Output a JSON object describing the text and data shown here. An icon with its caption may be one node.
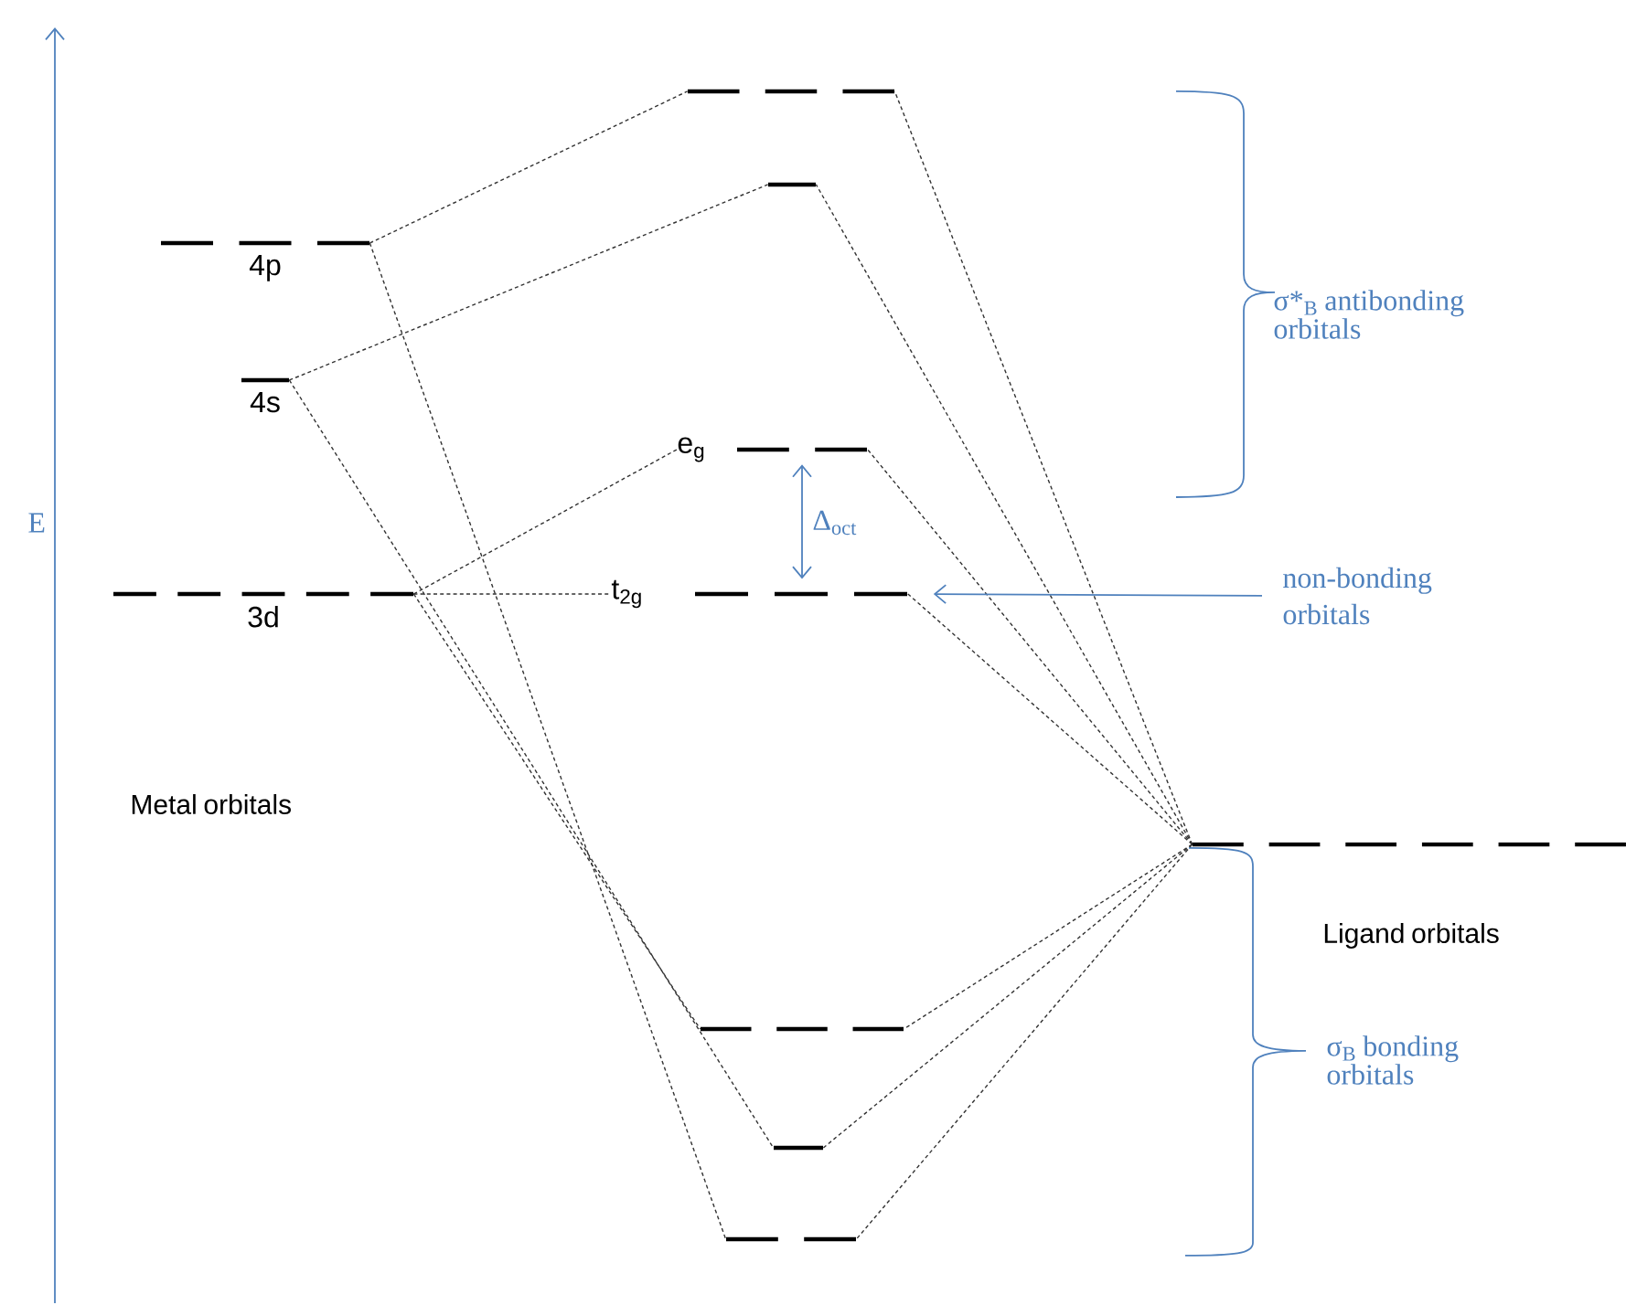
{
  "diagram": {
    "nodes": [
      {
        "text": [],
        "shape": "bar"
      },
      {
        "text": [
          "4p"
        ]
      },
      {
        "text": [],
        "shape": "bar"
      },
      {
        "text": [
          "4s"
        ]
      },
      {
        "text": [
          "e$_{g}$"
        ]
      },
      {
        "text": [
          "3d"
        ]
      },
      {
        "text": [
          "t$_{2g}$"
        ]
      },
      {
        "text": [
          "non-bonding orbitals"
        ]
      },
      {
        "text": [],
        "shape": "bar"
      },
      {
        "text": [],
        "shape": "bar"
      },
      {
        "text": [],
        "shape": "bar"
      },
      {
        "text": [],
        "shape": "bar"
      }
    ],
    "edges": [
      {
        "from": 1,
        "to": 0,
        "arrow": "none",
        "style": "dashed"
      },
      {
        "from": 3,
        "to": 2,
        "arrow": "none",
        "style": "dashed"
      },
      {
        "from": 5,
        "to": 4,
        "arrow": "none",
        "style": "dashed"
      },
      {
        "from": 5,
        "to": 6,
        "arrow": "none",
        "style": "dashed"
      },
      {
        "from": 1,
        "to": 11,
        "arrow": "none",
        "style": "dashed"
      },
      {
        "from": 3,
        "to": 10,
        "arrow": "none",
        "style": "dashed"
      },
      {
        "from": 5,
        "to": 9,
        "arrow": "none",
        "style": "dashed"
      },
      {
        "from": 8,
        "to": 0,
        "arrow": "none",
        "style": "dashed"
      },
      {
        "from": 8,
        "to": 2,
        "arrow": "none",
        "style": "dashed"
      },
      {
        "from": 8,
        "to": 4,
        "arrow": "none",
        "style": "dashed"
      },
      {
        "from": 8,
        "to": 6,
        "arrow": "none",
        "style": "dashed"
      },
      {
        "from": 8,
        "to": 9,
        "arrow": "none",
        "style": "dashed"
      },
      {
        "from": 8,
        "to": 10,
        "arrow": "none",
        "style": "dashed"
      },
      {
        "from": 8,
        "to": 11,
        "arrow": "none",
        "style": "dashed"
      },
      {
        "from": 7,
        "to": 6,
        "arrow": "to",
        "color": "#4f81bd"
      },
      {
        "from": 4,
        "to": 6,
        "arrow": "both",
        "color": "#4f81bd"
      }
    ],
    "labels": [
      "σ*$_{B}$ antibonding orbitals",
      "Δ$_{oct}$",
      "E",
      "Metal orbitals",
      "Ligand orbitals",
      "σ$_{B}$ bonding orbitals"
    ]
  }
}
